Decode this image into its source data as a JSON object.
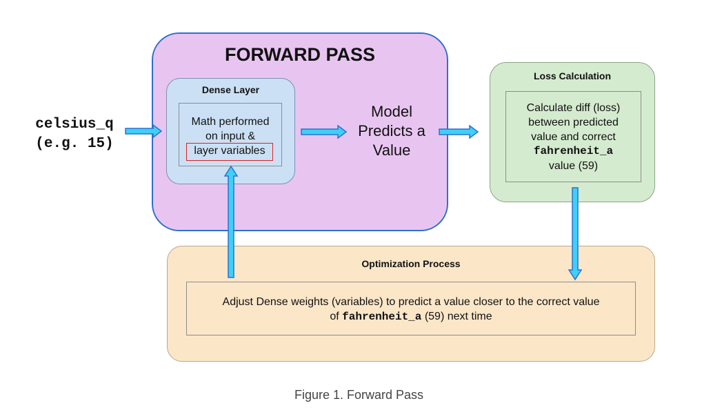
{
  "input": {
    "line1": "celsius_q",
    "line2": "(e.g. 15)"
  },
  "forward_pass": {
    "title": "FORWARD PASS"
  },
  "dense_layer": {
    "title": "Dense Layer",
    "text_line1": "Math performed",
    "text_line2": "on input &",
    "highlighted": "layer variables"
  },
  "model_predicts": {
    "line1": "Model",
    "line2": "Predicts a",
    "line3": "Value"
  },
  "loss_calculation": {
    "title": "Loss Calculation",
    "line1": "Calculate diff (loss)",
    "line2": "between predicted",
    "line3": "value and correct",
    "code": "fahrenheit_a",
    "line5": "value (59)"
  },
  "optimization": {
    "title": "Optimization Process",
    "line1": "Adjust Dense weights (variables) to predict a value closer to the correct value",
    "line2_prefix": "of ",
    "line2_code": "fahrenheit_a",
    "line2_suffix": " (59) next time"
  },
  "caption": "Figure 1. Forward Pass",
  "colors": {
    "forward_fill": "#e8c5f1",
    "dense_fill": "#cbe0f4",
    "loss_fill": "#d5ebcf",
    "optim_fill": "#fbe6c8",
    "arrow_fill": "#3fd0f5",
    "arrow_stroke": "#2f6fcf",
    "highlight_border": "#e02020"
  }
}
